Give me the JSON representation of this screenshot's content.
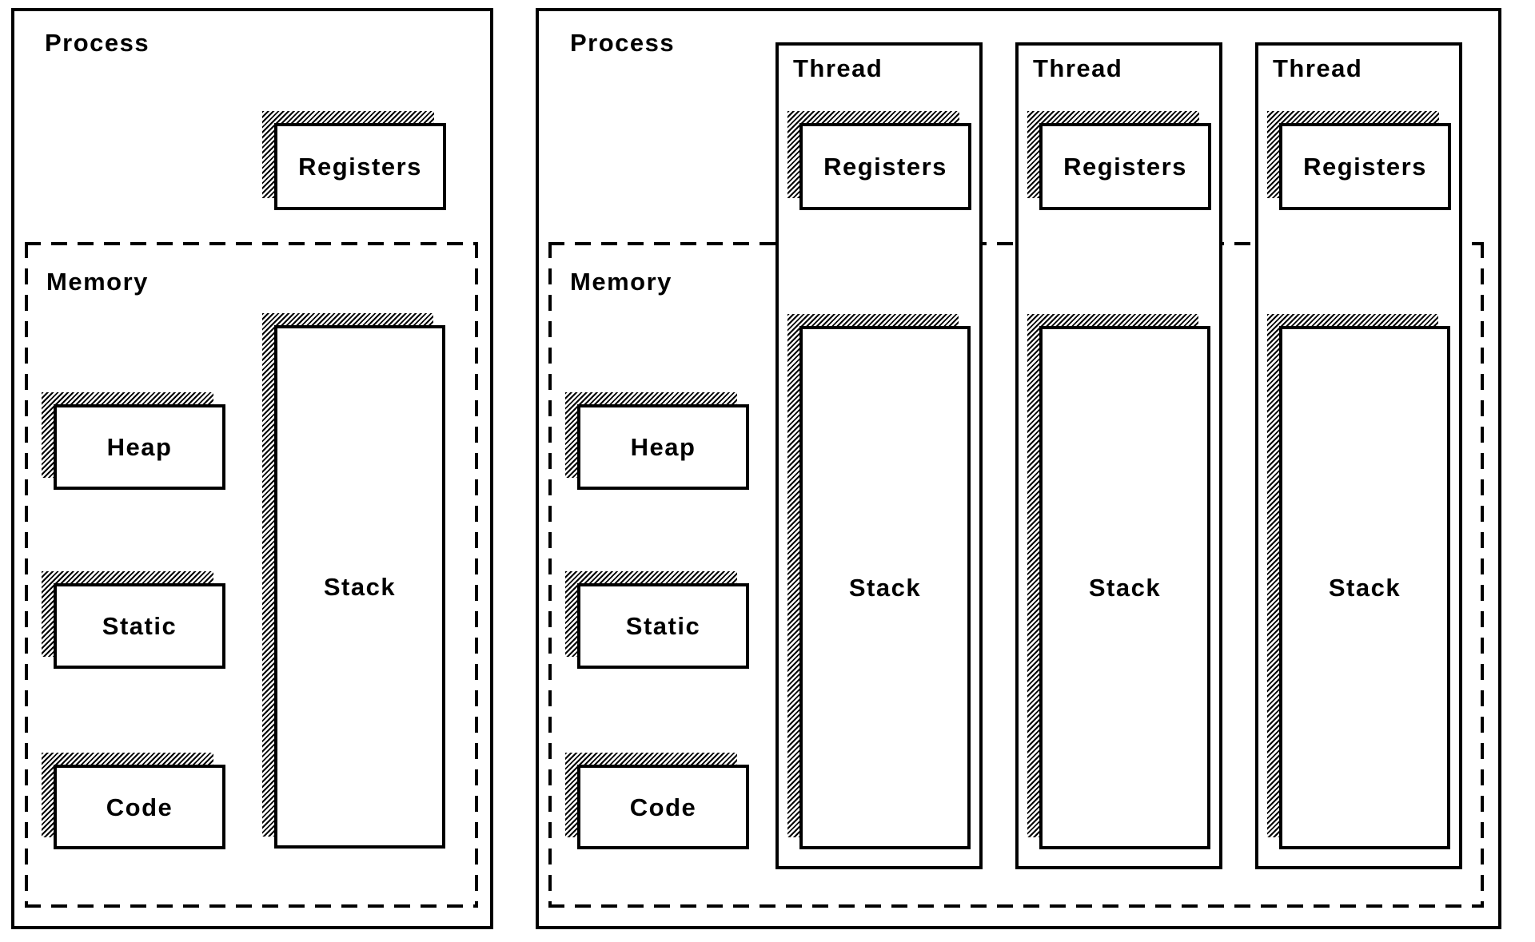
{
  "diagram": {
    "left_panel": {
      "title": "Process",
      "registers_label": "Registers",
      "memory": {
        "label": "Memory",
        "boxes": [
          "Heap",
          "Static",
          "Code"
        ],
        "stack_label": "Stack"
      }
    },
    "right_panel": {
      "title": "Process",
      "memory": {
        "label": "Memory",
        "boxes": [
          "Heap",
          "Static",
          "Code"
        ]
      },
      "threads": [
        {
          "label": "Thread",
          "registers_label": "Registers",
          "stack_label": "Stack"
        },
        {
          "label": "Thread",
          "registers_label": "Registers",
          "stack_label": "Stack"
        },
        {
          "label": "Thread",
          "registers_label": "Registers",
          "stack_label": "Stack"
        }
      ]
    },
    "colors": {
      "ink": "#000000",
      "background": "#ffffff"
    }
  }
}
